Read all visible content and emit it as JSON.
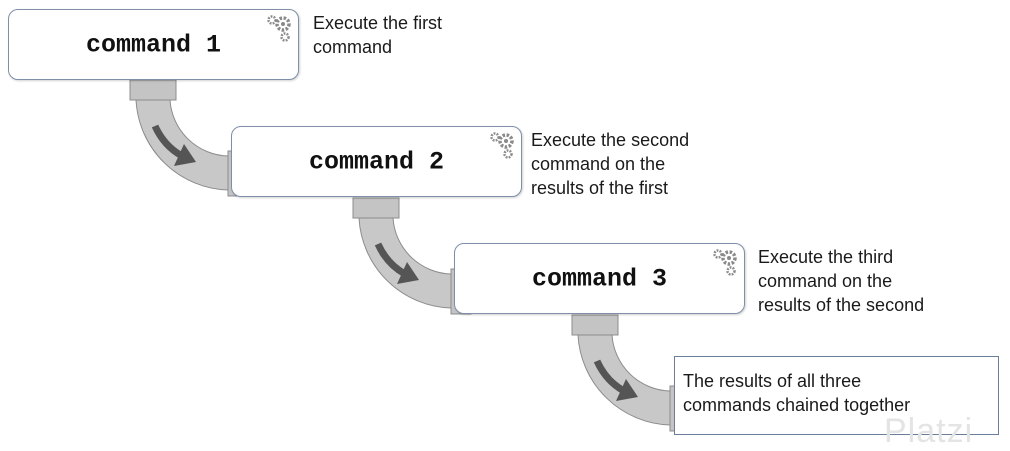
{
  "steps": [
    {
      "command": "command 1",
      "description": [
        "Execute the first",
        "command"
      ]
    },
    {
      "command": "command 2",
      "description": [
        "Execute the second",
        "command on the",
        "results of the first"
      ]
    },
    {
      "command": "command 3",
      "description": [
        "Execute the third",
        "command on the",
        "results of the second"
      ]
    }
  ],
  "result": {
    "lines": [
      "The results of all three",
      "commands chained together"
    ]
  },
  "watermark": "Platzi",
  "colors": {
    "pipe_fill": "#c8c8c8",
    "pipe_stroke": "#8c8c8c",
    "arrow": "#555555",
    "box_border": "#7f8fa8",
    "gear": "#8a8a8a"
  },
  "icons": {
    "step_icon": "gears-icon",
    "pipe_icon": "arrow-icon"
  }
}
